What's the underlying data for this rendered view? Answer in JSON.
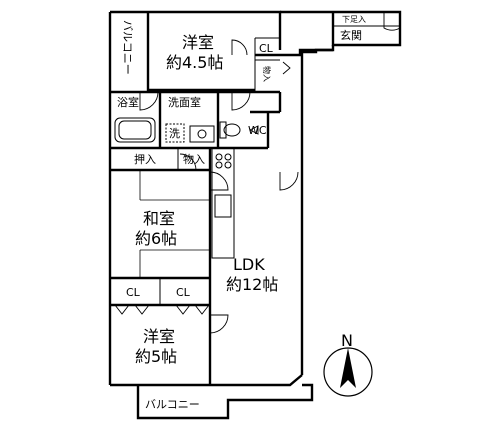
{
  "plan": {
    "rooms": {
      "western_a": {
        "name": "洋室",
        "size": "約4.5帖"
      },
      "western_b": {
        "name": "洋室",
        "size": "約5帖"
      },
      "japanese": {
        "name": "和室",
        "size": "約6帖"
      },
      "ldk": {
        "name": "LDK",
        "size": "約12帖"
      }
    },
    "labels": {
      "balcony_top": "バルコニー",
      "balcony_bottom": "バルコニー",
      "bath": "浴室",
      "washroom": "洗面室",
      "washer": "洗",
      "wc": "WC",
      "closet_top": "CL",
      "storage_top": "物入",
      "oshiire": "押入",
      "storage_mid": "物入",
      "closet_left": "CL",
      "closet_right": "CL",
      "shoe_box": "下足入",
      "entrance": "玄関"
    },
    "compass": {
      "letter": "N"
    }
  }
}
